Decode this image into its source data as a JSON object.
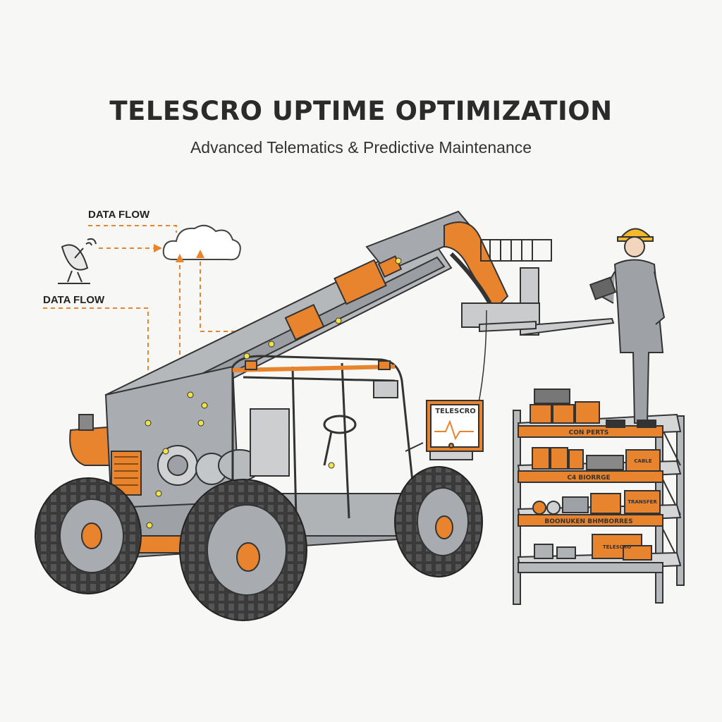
{
  "header": {
    "title": "TELESCRO UPTIME OPTIMIZATION",
    "subtitle": "Advanced Telematics & Predictive Maintenance"
  },
  "data_flow": {
    "label_top": "DATA FLOW",
    "label_left": "DATA FLOW"
  },
  "machine": {
    "display_brand": "TELESCRO"
  },
  "shelf": {
    "label_1": "CON PERTS",
    "label_2": "C4 BIORRGE",
    "label_3": "BOONUKEN BHMBORRES",
    "box_label_a": "CABLE",
    "box_label_b": "TRANSFER",
    "box_label_c": "TELESCRO"
  },
  "colors": {
    "accent_orange": "#e8832e",
    "steel_gray": "#a9adb1",
    "ink": "#2b2b2b",
    "background": "#f7f7f6"
  }
}
